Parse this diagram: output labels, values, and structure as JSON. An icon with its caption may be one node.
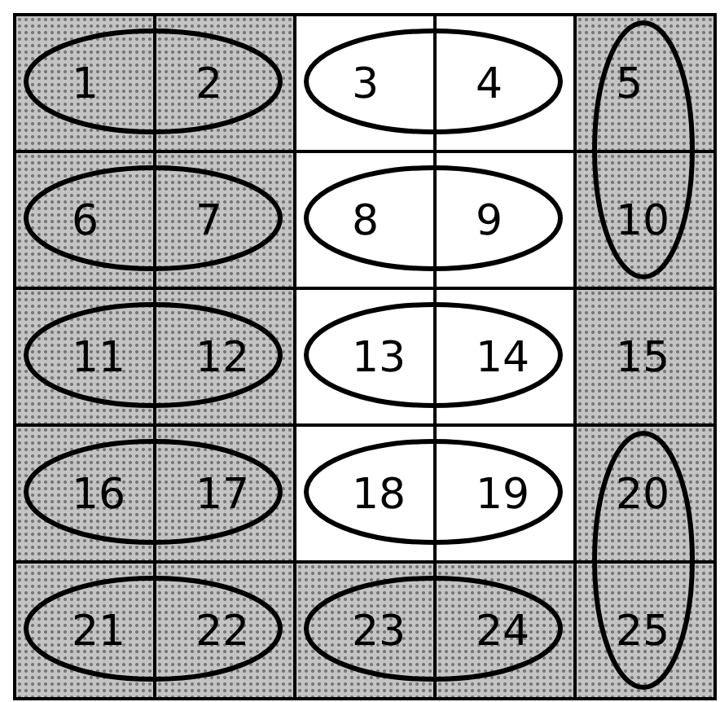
{
  "diagram": {
    "nodes": [
      {
        "text": [
          "1"
        ]
      },
      {
        "text": [
          "2"
        ]
      },
      {
        "text": [
          "3"
        ]
      },
      {
        "text": [
          "4"
        ]
      },
      {
        "text": [
          "5"
        ]
      },
      {
        "text": [
          "6"
        ]
      },
      {
        "text": [
          "7"
        ]
      },
      {
        "text": [
          "8"
        ]
      },
      {
        "text": [
          "9"
        ]
      },
      {
        "text": [
          "10"
        ]
      },
      {
        "text": [
          "11"
        ]
      },
      {
        "text": [
          "12"
        ]
      },
      {
        "text": [
          "13"
        ]
      },
      {
        "text": [
          "14"
        ]
      },
      {
        "text": [
          "15"
        ]
      },
      {
        "text": [
          "16"
        ]
      },
      {
        "text": [
          "17"
        ]
      },
      {
        "text": [
          "18"
        ]
      },
      {
        "text": [
          "19"
        ]
      },
      {
        "text": [
          "20"
        ]
      },
      {
        "text": [
          "21"
        ]
      },
      {
        "text": [
          "22"
        ]
      },
      {
        "text": [
          "23"
        ]
      },
      {
        "text": [
          "24"
        ]
      },
      {
        "text": [
          "25"
        ]
      },
      {
        "text": [],
        "shape": "ellipse"
      },
      {
        "text": [],
        "shape": "ellipse"
      },
      {
        "text": [],
        "shape": "ellipse"
      },
      {
        "text": [],
        "shape": "ellipse"
      },
      {
        "text": [],
        "shape": "ellipse"
      },
      {
        "text": [],
        "shape": "ellipse"
      },
      {
        "text": [],
        "shape": "ellipse"
      },
      {
        "text": [],
        "shape": "ellipse"
      },
      {
        "text": [],
        "shape": "ellipse"
      },
      {
        "text": [],
        "shape": "ellipse"
      },
      {
        "text": [],
        "shape": "ellipse"
      },
      {
        "text": [],
        "shape": "ellipse"
      }
    ]
  }
}
